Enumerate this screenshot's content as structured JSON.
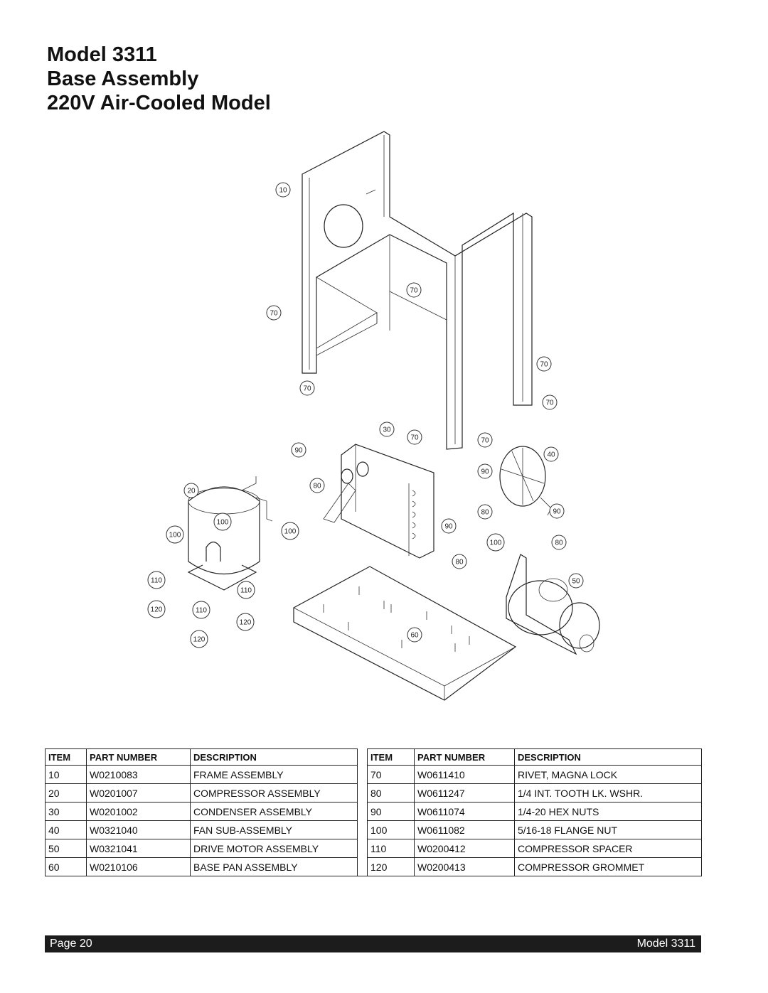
{
  "title": {
    "line1": "Model 3311",
    "line2": "Base Assembly",
    "line3": "220V Air-Cooled Model"
  },
  "diagram": {
    "callouts": [
      "10",
      "70",
      "70",
      "70",
      "70",
      "70",
      "30",
      "70",
      "70",
      "40",
      "90",
      "90",
      "80",
      "80",
      "90",
      "20",
      "100",
      "100",
      "100",
      "90",
      "100",
      "80",
      "80",
      "110",
      "110",
      "110",
      "120",
      "120",
      "120",
      "60",
      "50"
    ]
  },
  "table": {
    "headers": [
      "ITEM",
      "PART NUMBER",
      "DESCRIPTION",
      "ITEM",
      "PART NUMBER",
      "DESCRIPTION"
    ],
    "rows": [
      [
        "10",
        "W0210083",
        "FRAME ASSEMBLY",
        "70",
        "W0611410",
        "RIVET, MAGNA LOCK"
      ],
      [
        "20",
        "W0201007",
        "COMPRESSOR ASSEMBLY",
        "80",
        "W0611247",
        "1/4 INT. TOOTH LK. WSHR."
      ],
      [
        "30",
        "W0201002",
        "CONDENSER ASSEMBLY",
        "90",
        "W0611074",
        "1/4-20 HEX NUTS"
      ],
      [
        "40",
        "W0321040",
        "FAN SUB-ASSEMBLY",
        "100",
        "W0611082",
        "5/16-18 FLANGE NUT"
      ],
      [
        "50",
        "W0321041",
        "DRIVE MOTOR ASSEMBLY",
        "110",
        "W0200412",
        "COMPRESSOR SPACER"
      ],
      [
        "60",
        "W0210106",
        "BASE PAN ASSEMBLY",
        "120",
        "W0200413",
        "COMPRESSOR GROMMET"
      ]
    ]
  },
  "footer": {
    "page": "Page 20",
    "model": "Model 3311"
  }
}
